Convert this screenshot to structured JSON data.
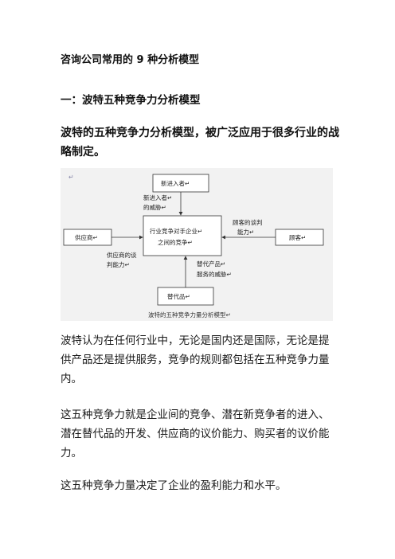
{
  "document": {
    "title": "咨询公司常用的 9 种分析模型",
    "section_title": "一：波特五种竞争力分析模型",
    "lead": "波特的五种竞争力分析模型，被广泛应用于很多行业的战略制定。",
    "figure": {
      "corner_mark": "↵",
      "boxes": {
        "new_entrants": "新进入者↵",
        "industry_line1": "行业竞争对手企业↵",
        "industry_line2": "之间的竞争↵",
        "suppliers": "供应商↵",
        "buyers": "顾客↵",
        "substitutes": "替代品↵"
      },
      "arrow_labels": {
        "entrant_threat_line1": "新进入者↵",
        "entrant_threat_line2": "的威胁↵",
        "buyer_power_line1": "顾客的谈判",
        "buyer_power_line2": "能力↵",
        "supplier_power_line1": "供应商的谈",
        "supplier_power_line2": "判能力↵",
        "substitute_threat_line1": "替代产品↵",
        "substitute_threat_line2": "服务的威胁↵"
      },
      "caption": "波特的五种竞争力量分析模型↵"
    },
    "paragraphs": [
      "波特认为在任何行业中，无论是国内还是国际，无论是提供产品还是提供服务，竞争的规则都包括在五种竞争力量内。",
      "这五种竞争力就是企业间的竞争、潜在新竞争者的进入、潜在替代品的开发、供应商的议价能力、购买者的议价能力。",
      "这五种竞争力量决定了企业的盈利能力和水平。"
    ]
  }
}
